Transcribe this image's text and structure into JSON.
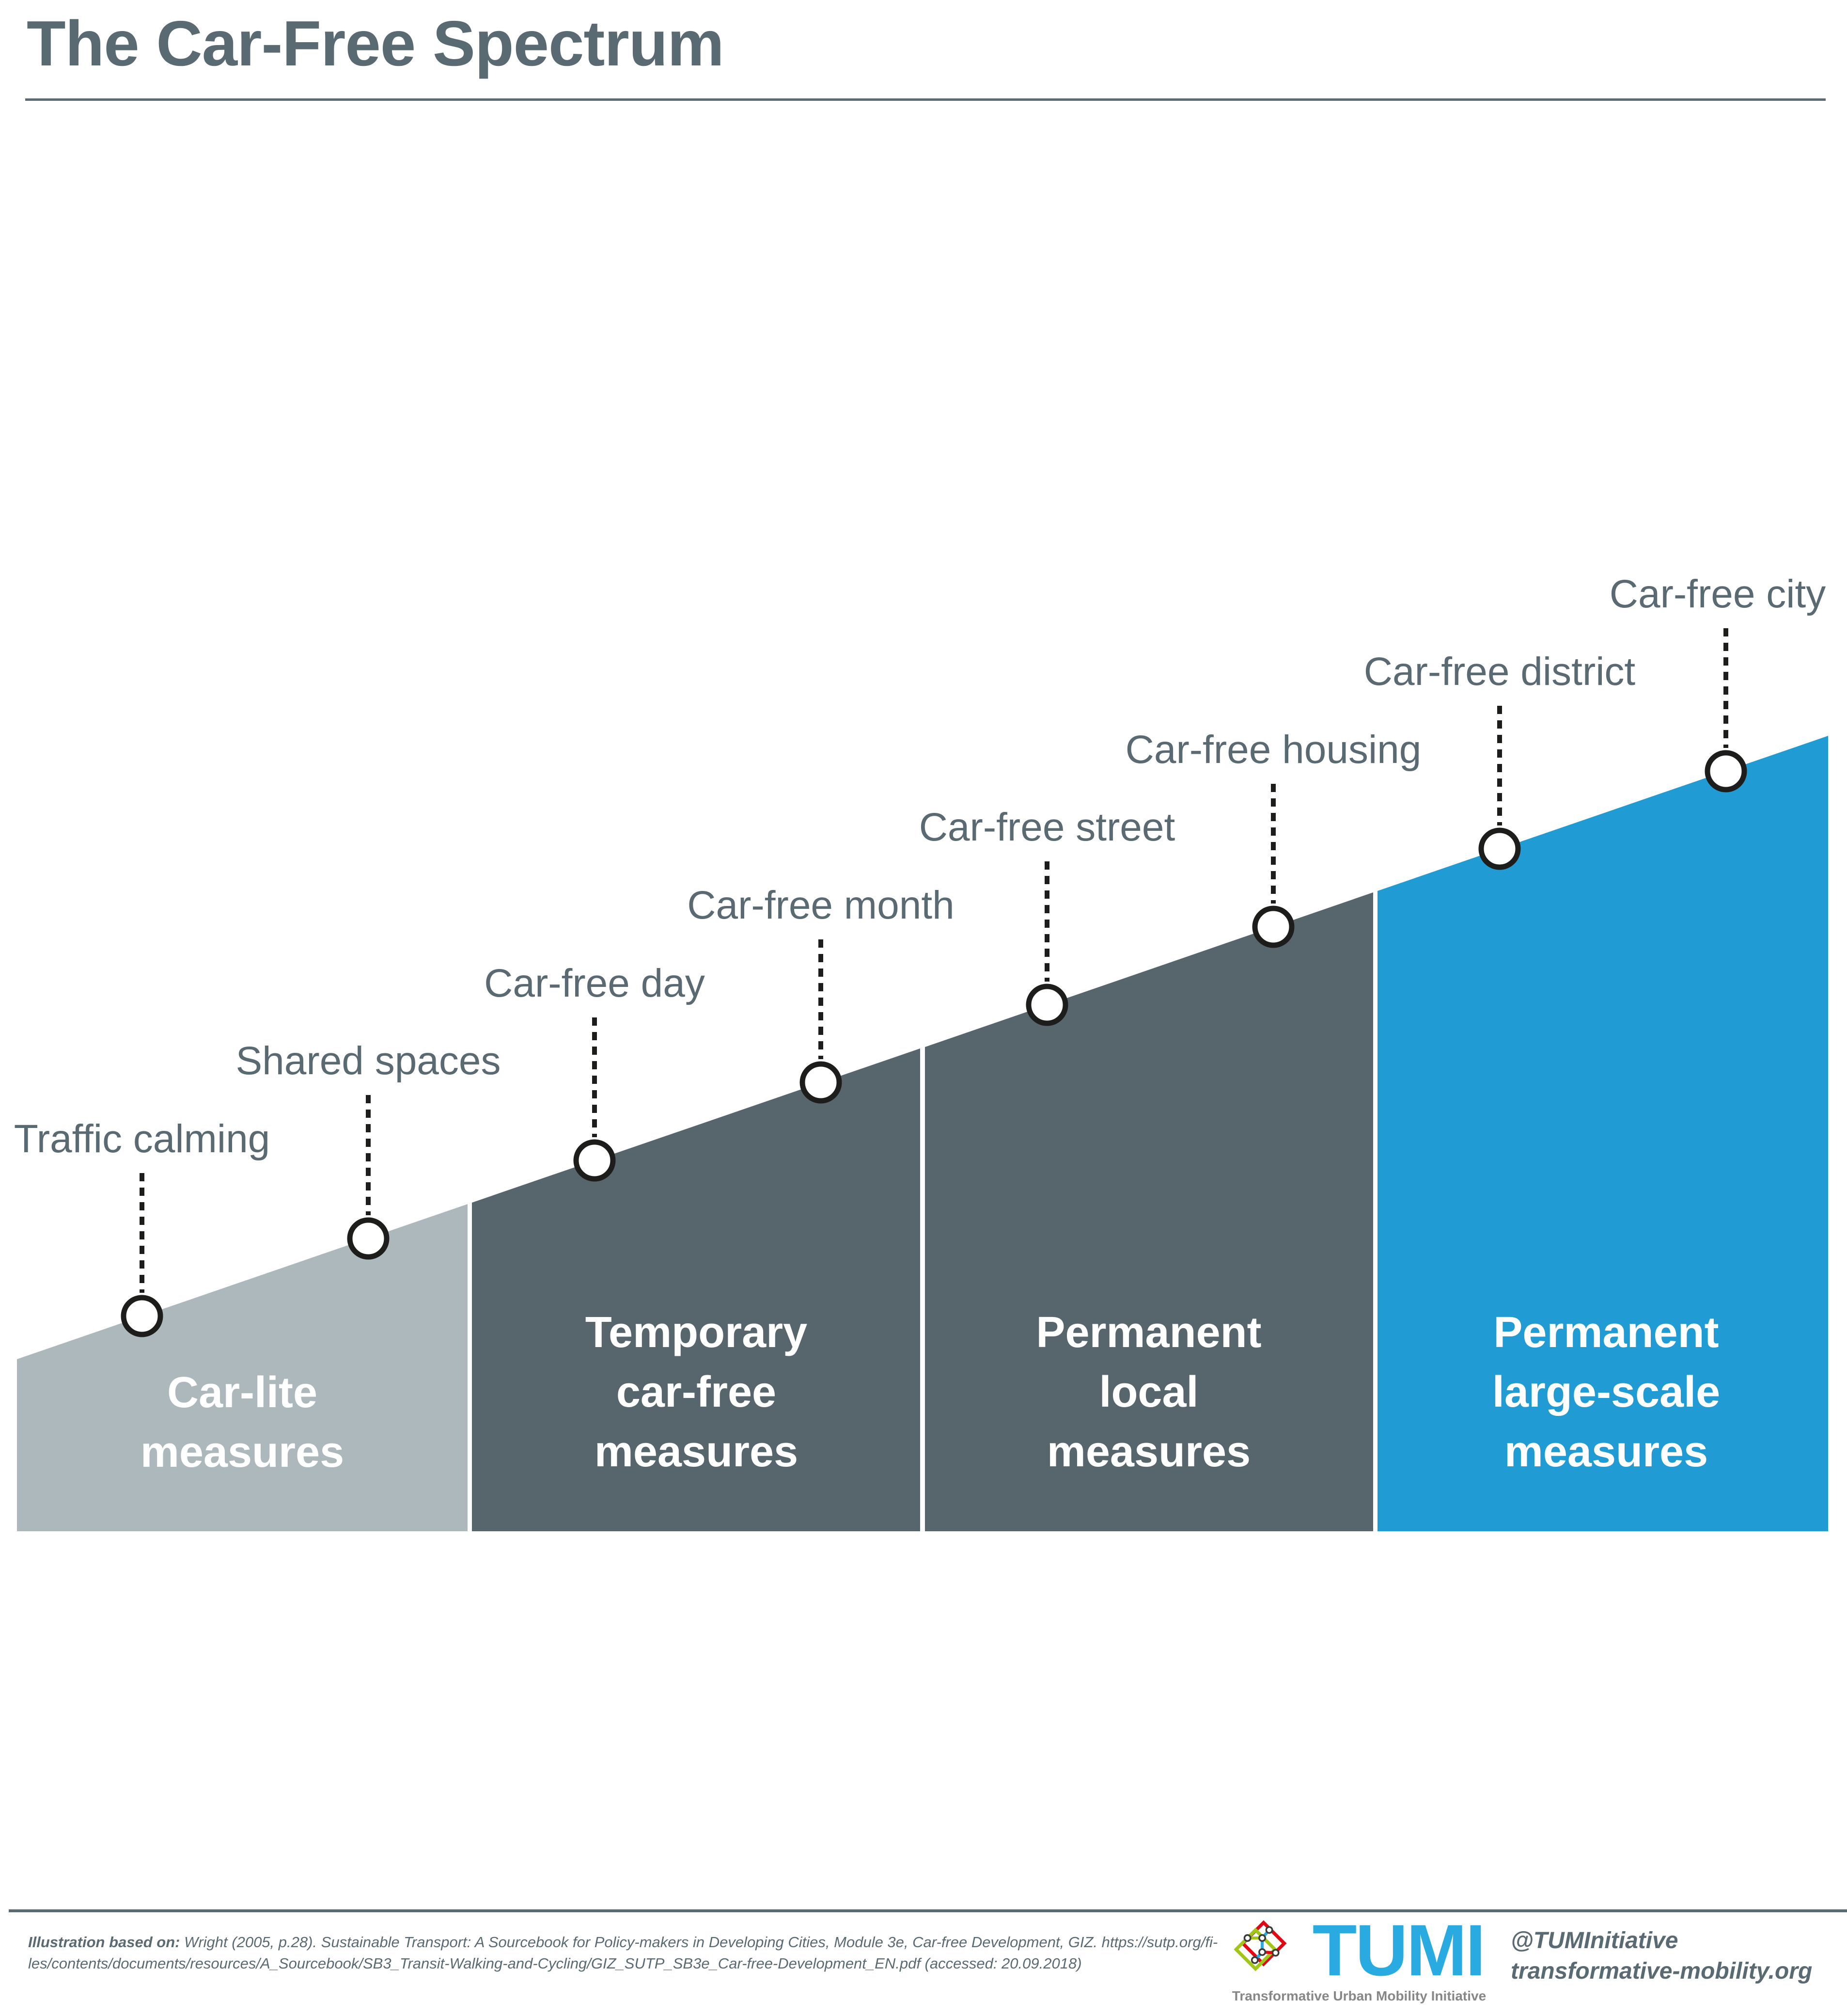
{
  "title": "The Car-Free Spectrum",
  "theme": {
    "ink": "#5a6a72",
    "seg_light": "#adb8bd",
    "seg_dark": "#57666d",
    "seg_blue": "#219bd4",
    "node_stroke": "#1d1d1b",
    "tumi_blue": "#29abe2",
    "tumi_gray": "#878787",
    "logo_red": "#e30613",
    "logo_green": "#a2c617"
  },
  "spectrum": {
    "points": [
      {
        "label": "Traffic calming"
      },
      {
        "label": "Shared spaces"
      },
      {
        "label": "Car-free day"
      },
      {
        "label": "Car-free month"
      },
      {
        "label": "Car-free street"
      },
      {
        "label": "Car-free housing"
      },
      {
        "label": "Car-free district"
      },
      {
        "label": "Car-free city"
      }
    ],
    "segments": [
      {
        "label": "Car-lite\nmeasures",
        "color": "#adb8bd"
      },
      {
        "label": "Temporary\ncar-free\nmeasures",
        "color": "#57666d"
      },
      {
        "label": "Permanent\nlocal\nmeasures",
        "color": "#57666d"
      },
      {
        "label": "Permanent\nlarge-scale\nmeasures",
        "color": "#219bd4"
      }
    ]
  },
  "footer": {
    "citation_prefix": "Illustration based on:",
    "citation_line1": " Wright (2005, p.28). Sustainable Transport: A Sourcebook for Policy-makers in Developing Cities, Module 3e, Car-free Development, GIZ. https://sutp.org/fi-",
    "citation_line2": "les/contents/documents/resources/A_Sourcebook/SB3_Transit-Walking-and-Cycling/GIZ_SUTP_SB3e_Car-free-Development_EN.pdf (accessed: 20.09.2018)",
    "logo": {
      "wordmark": "TUMI",
      "tagline": "Transformative Urban Mobility Initiative"
    },
    "social_handle": "@TUMInitiative",
    "website": "transformative-mobility.org"
  }
}
